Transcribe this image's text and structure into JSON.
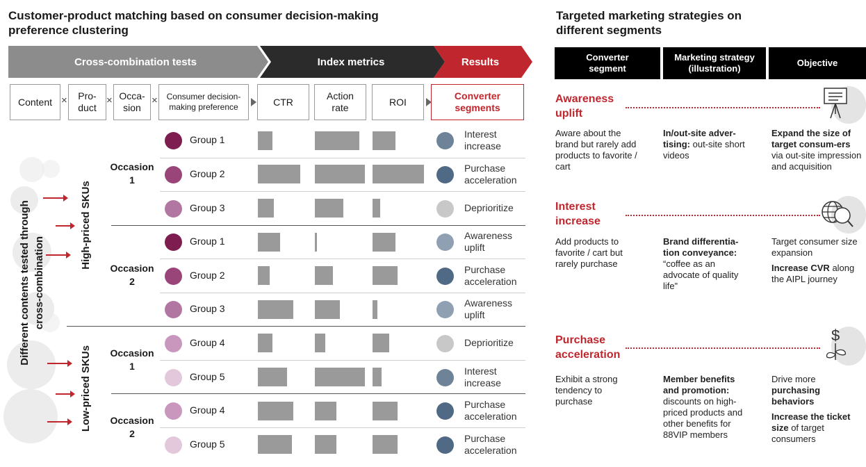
{
  "left": {
    "title_line1": "Customer-product matching based on consumer decision-making",
    "title_line2": "preference clustering",
    "banner": {
      "cross": "Cross-combination tests",
      "index": "Index metrics",
      "results": "Results"
    },
    "headers": {
      "content": "Content",
      "product_l1": "Pro-",
      "product_l2": "duct",
      "occasion_l1": "Occa-",
      "occasion_l2": "sion",
      "preference_l1": "Consumer decision-",
      "preference_l2": "making preference",
      "ctr": "CTR",
      "action_l1": "Action",
      "action_l2": "rate",
      "roi": "ROI",
      "converter_l1": "Converter",
      "converter_l2": "segments",
      "op": "×"
    },
    "vertical_label_l1": "Different contents tested through",
    "vertical_label_l2": "cross-combination",
    "sku_high": "High-priced SKUs",
    "sku_low": "Low-priced SKUs",
    "occasions": {
      "o1a_l1": "Occasion",
      "o1a_l2": "1",
      "o2a_l1": "Occasion",
      "o2a_l2": "2",
      "o1b_l1": "Occasion",
      "o1b_l2": "1",
      "o2b_l1": "Occasion",
      "o2b_l2": "2"
    },
    "rows": [
      {
        "group": "Group 1",
        "s1": "Interest",
        "s2": "increase",
        "ctr": 0.27,
        "act": 0.78,
        "roi": 0.44
      },
      {
        "group": "Group 2",
        "s1": "Purchase",
        "s2": "acceleration",
        "ctr": 0.8,
        "act": 0.88,
        "roi": 1.0
      },
      {
        "group": "Group 3",
        "s1": "Deprioritize",
        "s2": "",
        "ctr": 0.3,
        "act": 0.5,
        "roi": 0.15
      },
      {
        "group": "Group 1",
        "s1": "Awareness",
        "s2": "uplift",
        "ctr": 0.42,
        "act": 0.03,
        "roi": 0.44
      },
      {
        "group": "Group 2",
        "s1": "Purchase",
        "s2": "acceleration",
        "ctr": 0.22,
        "act": 0.32,
        "roi": 0.48
      },
      {
        "group": "Group 3",
        "s1": "Awareness",
        "s2": "uplift",
        "ctr": 0.67,
        "act": 0.44,
        "roi": 0.1
      },
      {
        "group": "Group 4",
        "s1": "Deprioritize",
        "s2": "",
        "ctr": 0.27,
        "act": 0.18,
        "roi": 0.32
      },
      {
        "group": "Group 5",
        "s1": "Interest",
        "s2": "increase",
        "ctr": 0.55,
        "act": 0.88,
        "roi": 0.18
      },
      {
        "group": "Group 4",
        "s1": "Purchase",
        "s2": "acceleration",
        "ctr": 0.67,
        "act": 0.38,
        "roi": 0.48
      },
      {
        "group": "Group 5",
        "s1": "Purchase",
        "s2": "acceleration",
        "ctr": 0.65,
        "act": 0.38,
        "roi": 0.48
      }
    ],
    "colors": {
      "banner_gray": "#8c8c8c",
      "banner_dark": "#2b2b2b",
      "accent_red": "#c0262d",
      "group_dots": [
        "#7e1d4f",
        "#9a4579",
        "#b276a2",
        "#7e1d4f",
        "#9a4579",
        "#b276a2",
        "#c996bd",
        "#e3c8dc",
        "#c996bd",
        "#e3c8dc"
      ],
      "segment_dots": [
        "#6e8397",
        "#506a85",
        "#c8c8c8",
        "#8fa0b2",
        "#506a85",
        "#8fa0b2",
        "#c8c8c8",
        "#6e8397",
        "#506a85",
        "#506a85"
      ]
    }
  },
  "right": {
    "title_line1": "Targeted marketing strategies on",
    "title_line2": "different segments",
    "headers": {
      "segment_l1": "Converter",
      "segment_l2": "segment",
      "strategy_l1": "Marketing strategy",
      "strategy_l2": "(illustration)",
      "objective": "Objective"
    },
    "awareness": {
      "title_l1": "Awareness",
      "title_l2": "uplift",
      "desc": "Aware about the brand but rarely add products to favorite / cart",
      "strategy_bold": "In/out-site adver-tising:",
      "strategy_rest": " out-site short videos",
      "objective_bold": "Expand the size of target consum-ers",
      "objective_rest": " via out-site impression and acquisition",
      "icon": "presentation-board-icon"
    },
    "interest": {
      "title_l1": "Interest",
      "title_l2": "increase",
      "desc": "Add products to favorite / cart but rarely purchase",
      "strategy_bold": "Brand differentia-tion conveyance:",
      "strategy_rest": " “coffee as an advocate of quality life”",
      "objective_plain": "Target consumer size expansion",
      "objective_bold": "Increase CVR",
      "objective_rest": " along the AIPL journey",
      "icon": "globe-search-icon"
    },
    "purchase": {
      "title_l1": "Purchase",
      "title_l2": "acceleration",
      "desc": "Exhibit a strong tendency to purchase",
      "strategy_bold": "Member benefits and promotion:",
      "strategy_rest": " discounts on high-priced products and other benefits for 88VIP members",
      "objective_pre": "Drive more ",
      "objective_bold": "purchasing behaviors",
      "objective2_bold1": "Increase the ticket size",
      "objective2_rest": " of target consumers",
      "icon": "money-plant-icon"
    }
  }
}
